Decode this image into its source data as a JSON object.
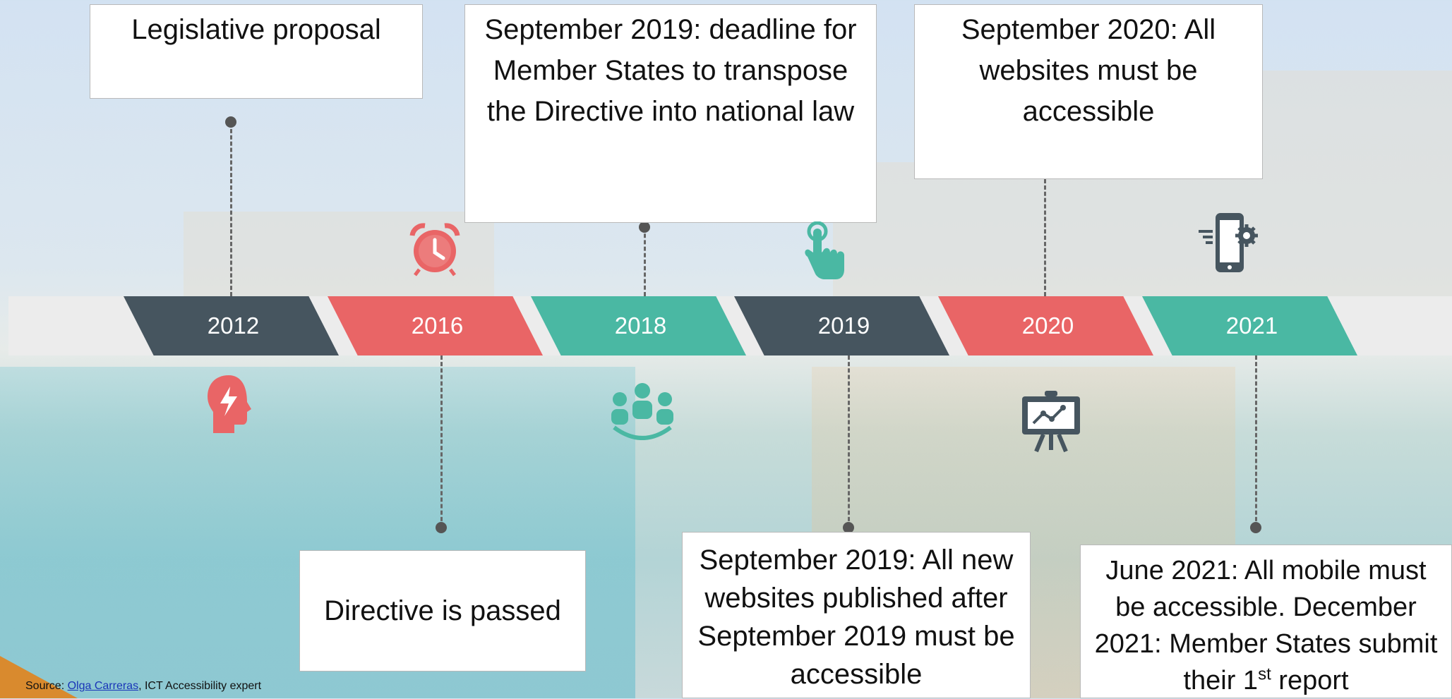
{
  "timeline": {
    "years": [
      "2012",
      "2016",
      "2018",
      "2019",
      "2020",
      "2021"
    ],
    "colors": {
      "dark": "#46555f",
      "red": "#e96566",
      "teal": "#4ab8a3"
    }
  },
  "boxes": {
    "b2012": "Legislative proposal",
    "b2016": "Directive is passed",
    "b2018": "September 2019: deadline for Member States to transpose the Directive into national law",
    "b2019": "September 2019: All new websites published after September 2019 must be accessible",
    "b2020": "September 2020: All websites must be accessible",
    "b2021_main": "June 2021: All mobile must be accessible. December 2021: Member States submit their 1",
    "b2021_sup": "st",
    "b2021_tail": " report"
  },
  "icons": {
    "i2012": "head-idea-icon",
    "i2016": "alarm-clock-icon",
    "i2018": "team-group-icon",
    "i2019": "hand-pointer-icon",
    "i2020": "presentation-board-icon",
    "i2021": "mobile-settings-icon"
  },
  "source": {
    "prefix": "Source: ",
    "link": "Olga Carreras",
    "suffix": ", ICT Accessibility expert"
  }
}
